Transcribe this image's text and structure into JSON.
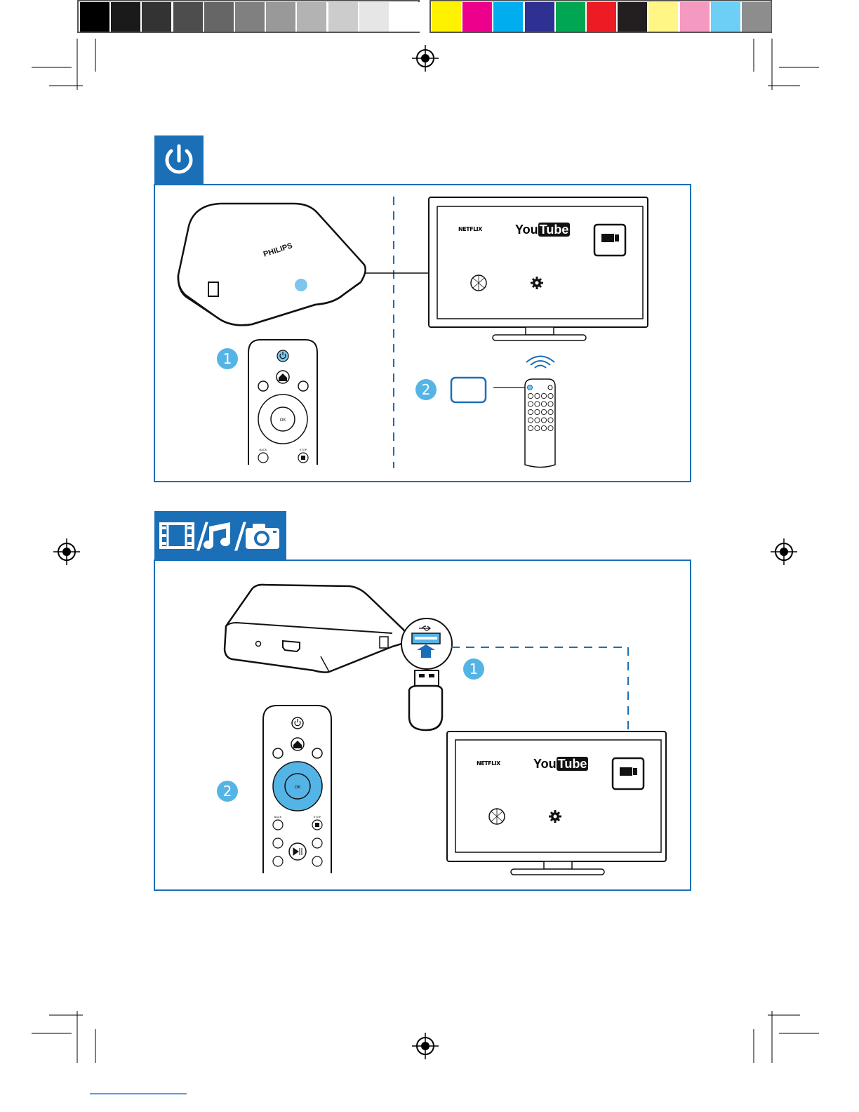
{
  "colors": {
    "accent": "#1a6fb7",
    "step_badge": "#55b4e6",
    "grays": [
      "#000000",
      "#1a1a1a",
      "#333333",
      "#4d4d4d",
      "#666666",
      "#808080",
      "#999999",
      "#b3b3b3",
      "#cccccc",
      "#e6e6e6",
      "#ffffff"
    ],
    "process": [
      "#fff200",
      "#ec008c",
      "#00aeef",
      "#2e3192",
      "#00a651",
      "#ed1c24",
      "#231f20",
      "#fff685",
      "#f49ac1",
      "#6dcff6",
      "#8d8d8d"
    ]
  },
  "section1": {
    "icon": "power-icon",
    "device_brand": "PHILIPS",
    "step1": "1",
    "step2": "2",
    "tv_apps": {
      "netflix": "NETFLIX",
      "youtube_you": "You",
      "youtube_tube": "Tube",
      "browser_icon": "globe-icon",
      "settings_icon": "gear-icon",
      "usb_icon": "usb-drive-icon"
    },
    "remote": {
      "ok": "OK",
      "back": "BACK",
      "stop": "STOP"
    }
  },
  "section2": {
    "icons": [
      "film-icon",
      "music-note-icon",
      "camera-icon"
    ],
    "separator": "/",
    "step1": "1",
    "step2": "2",
    "tv_apps": {
      "netflix": "NETFLIX",
      "youtube_you": "You",
      "youtube_tube": "Tube",
      "browser_icon": "globe-icon",
      "settings_icon": "gear-icon",
      "usb_icon": "usb-drive-icon"
    },
    "remote": {
      "ok": "OK",
      "back": "BACK",
      "stop": "STOP"
    }
  }
}
